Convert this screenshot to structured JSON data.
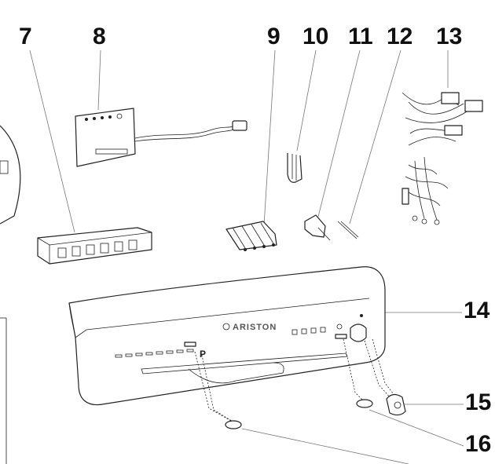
{
  "callouts": [
    {
      "id": "7",
      "label": "7"
    },
    {
      "id": "8",
      "label": "8"
    },
    {
      "id": "9",
      "label": "9"
    },
    {
      "id": "10",
      "label": "10"
    },
    {
      "id": "11",
      "label": "11"
    },
    {
      "id": "12",
      "label": "12"
    },
    {
      "id": "13",
      "label": "13"
    },
    {
      "id": "14",
      "label": "14"
    },
    {
      "id": "15",
      "label": "15"
    },
    {
      "id": "16",
      "label": "16"
    }
  ],
  "panel": {
    "brand": "ARISTON",
    "program_mark": "P"
  }
}
